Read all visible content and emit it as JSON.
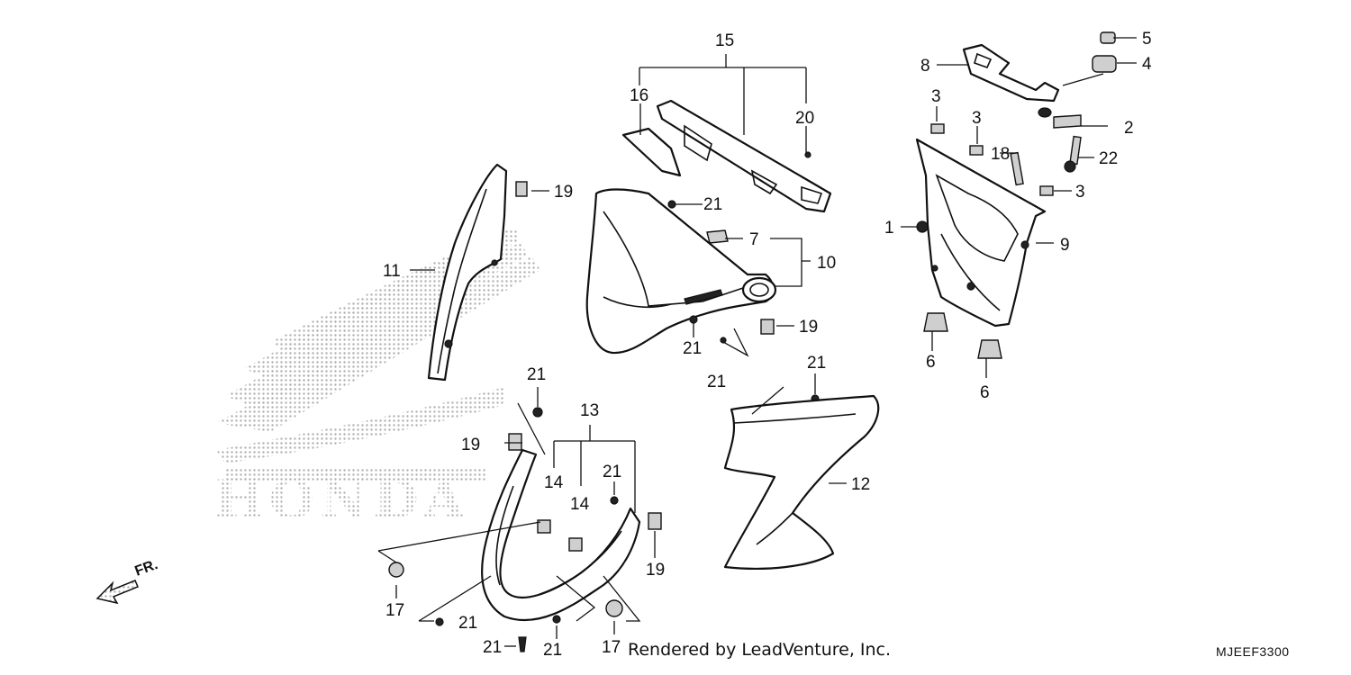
{
  "diagram": {
    "callouts": {
      "c1": "1",
      "c2": "2",
      "c3a": "3",
      "c3b": "3",
      "c3c": "3",
      "c4": "4",
      "c5": "5",
      "c6a": "6",
      "c6b": "6",
      "c7": "7",
      "c8": "8",
      "c9": "9",
      "c10": "10",
      "c11": "11",
      "c12": "12",
      "c13": "13",
      "c14a": "14",
      "c14b": "14",
      "c15": "15",
      "c16": "16",
      "c17a": "17",
      "c17b": "17",
      "c18": "18",
      "c19a": "19",
      "c19b": "19",
      "c19c": "19",
      "c19d": "19",
      "c20": "20",
      "c21a": "21",
      "c21b": "21",
      "c21c": "21",
      "c21d": "21",
      "c21e": "21",
      "c21f": "21",
      "c21g": "21",
      "c21h": "21",
      "c21i": "21",
      "c22": "22"
    },
    "watermark_text": "HONDA",
    "direction_label": "FR.",
    "credit": "Rendered by LeadVenture, Inc.",
    "diagram_code": "MJEEF3300"
  },
  "colors": {
    "line": "#111111",
    "background": "#ffffff",
    "watermark": "#b8b8b8"
  }
}
